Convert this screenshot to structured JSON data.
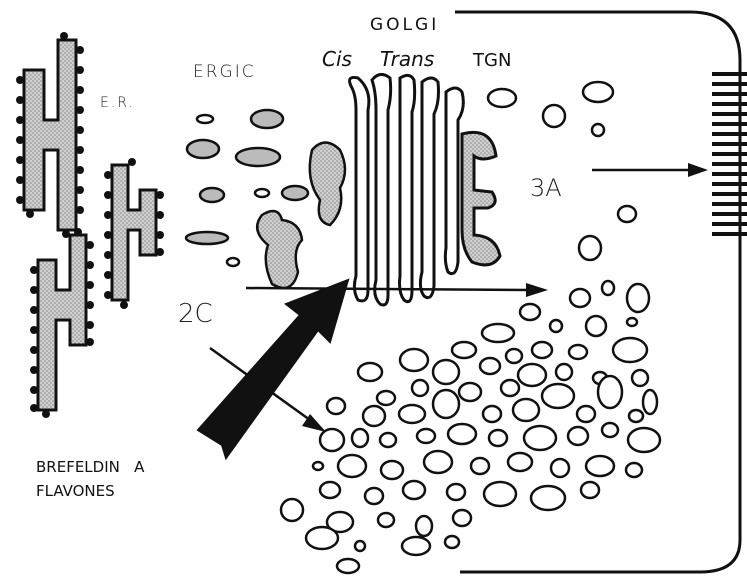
{
  "labels": {
    "golgi": "GOLGI",
    "cis": "Cis",
    "trans": "Trans",
    "tgn": "TGN",
    "ergic": "ERGIC",
    "er": "E.R.",
    "pathway_3a": "3A",
    "pathway_2c": "2C",
    "inhibitor_line1": "BREFELDIN   A",
    "inhibitor_line2": "FLAVONES"
  },
  "colors": {
    "ink": "#111111",
    "membrane_fill": "#b9b9b9",
    "background": "#ffffff"
  }
}
